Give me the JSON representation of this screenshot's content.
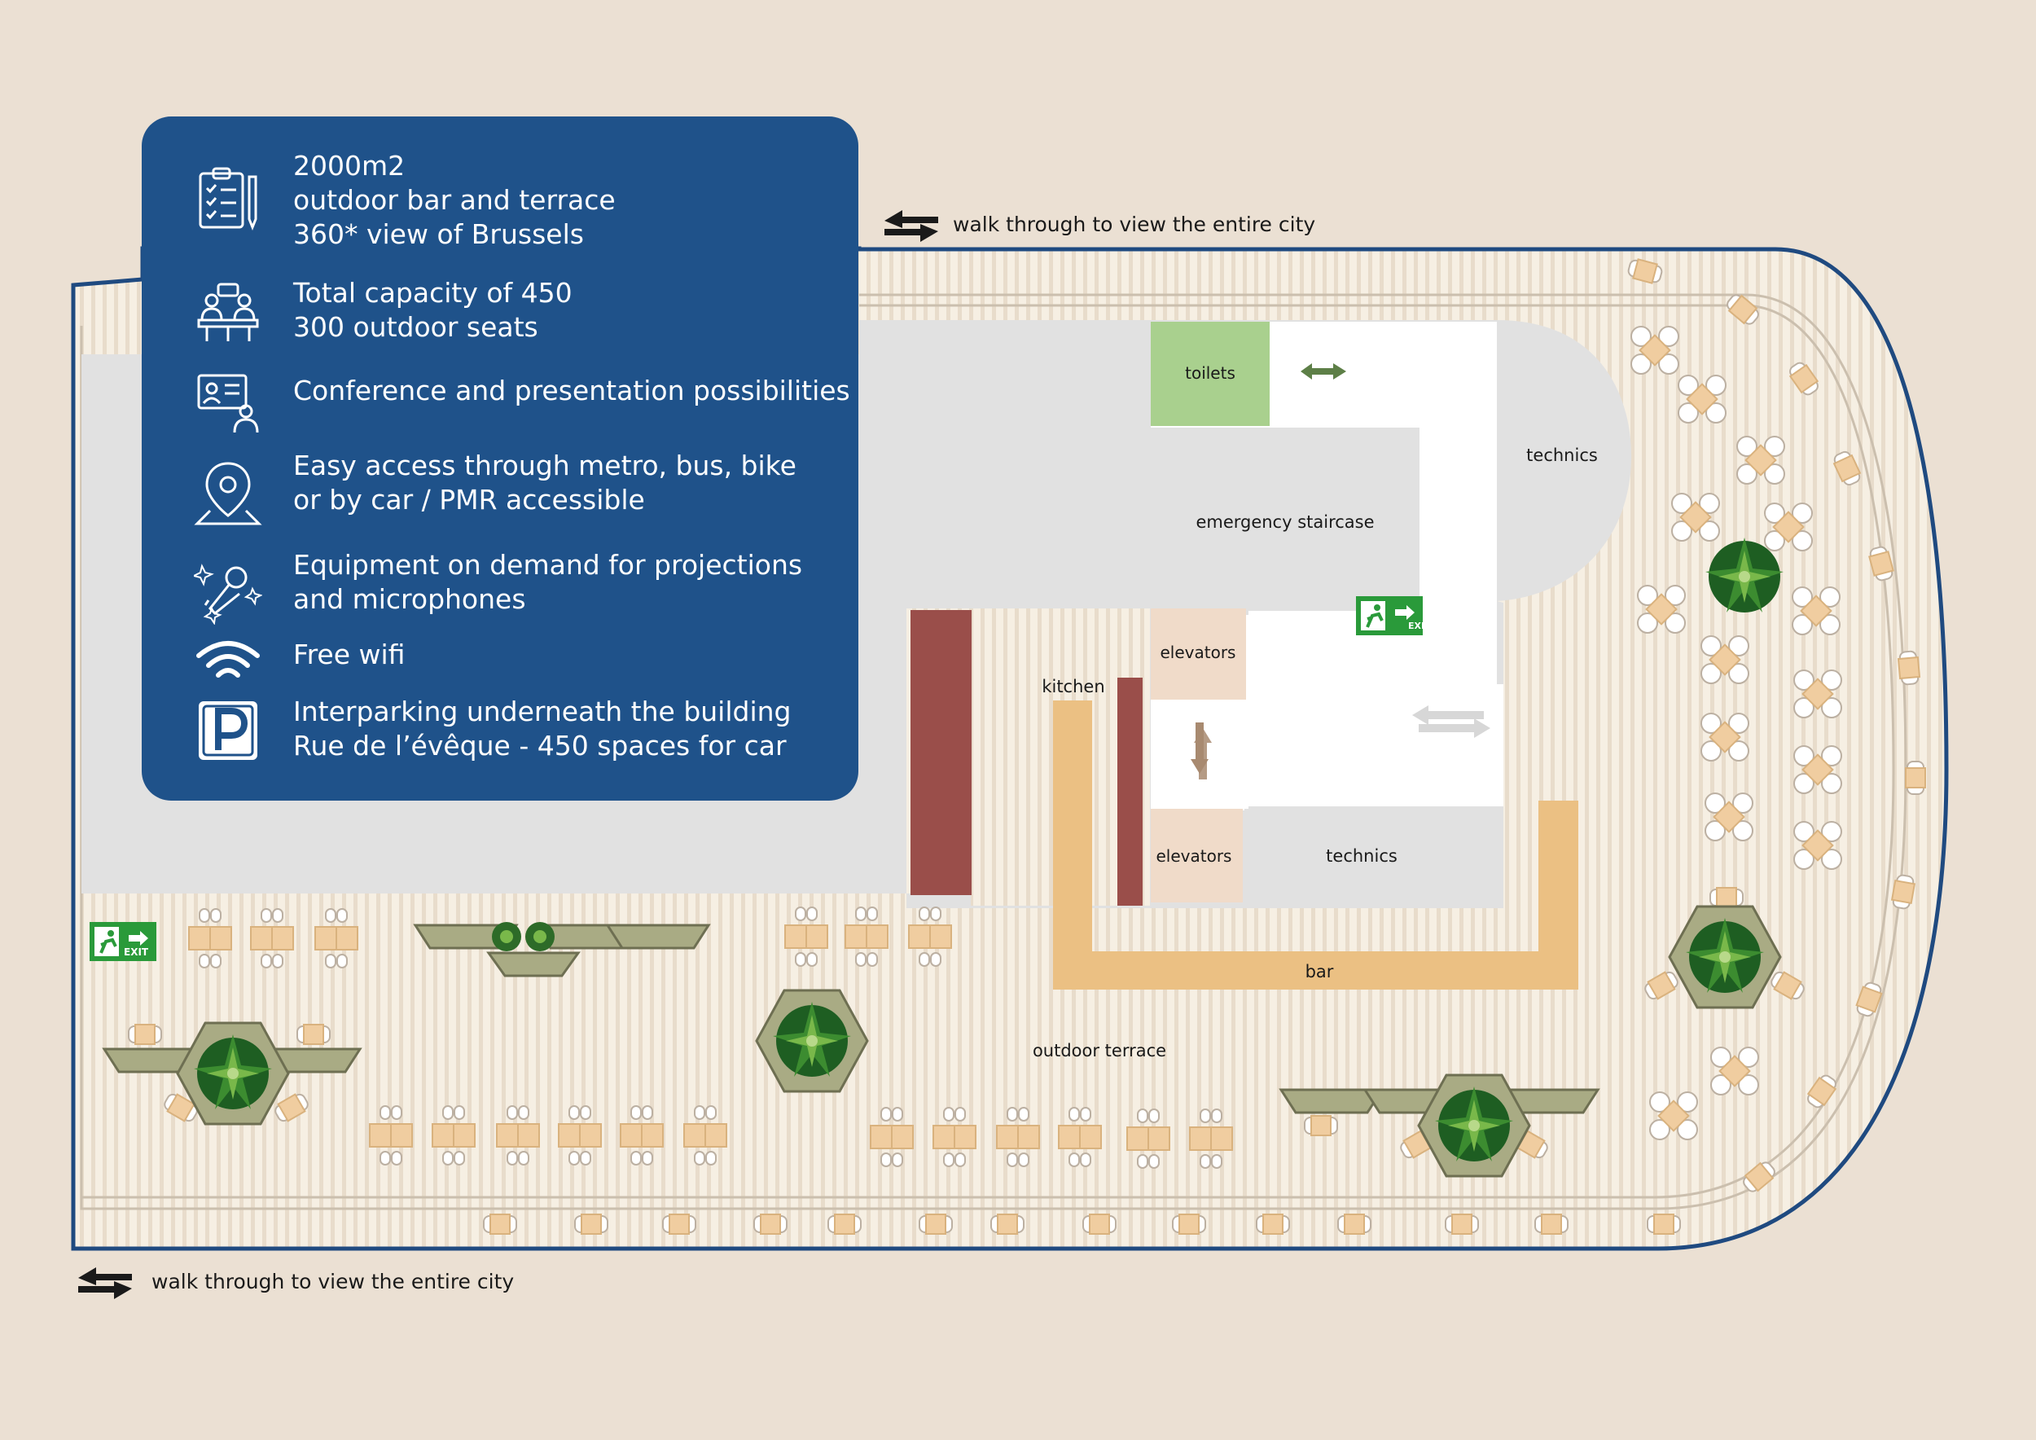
{
  "info": {
    "items": [
      {
        "icon": "clipboard-checklist-icon",
        "lines": [
          "2000m2",
          "outdoor bar and terrace",
          "360* view of Brussels"
        ]
      },
      {
        "icon": "meeting-table-icon",
        "lines": [
          "Total capacity of 450",
          "300 outdoor seats"
        ]
      },
      {
        "icon": "presentation-icon",
        "lines": [
          "Conference and presentation possibilities"
        ]
      },
      {
        "icon": "location-pin-icon",
        "lines": [
          "Easy access through metro, bus, bike",
          "or by car / PMR accessible"
        ]
      },
      {
        "icon": "microphone-stars-icon",
        "lines": [
          "Equipment on demand for projections",
          "and microphones"
        ]
      },
      {
        "icon": "wifi-icon",
        "lines": [
          "Free wifi"
        ]
      },
      {
        "icon": "parking-icon",
        "lines": [
          "Interparking underneath the building",
          "Rue de l’évêque - 450 spaces for car"
        ]
      }
    ]
  },
  "walk_labels": {
    "top": "walk through to view the entire city",
    "bottom": "walk through to view the entire city"
  },
  "rooms": {
    "toilets": "toilets",
    "technics_top": "technics",
    "emergency_staircase": "emergency staircase",
    "elevators_top": "elevators",
    "elevators_bottom": "elevators",
    "kitchen": "kitchen",
    "technics_bottom": "technics",
    "bar": "bar",
    "outdoor_terrace": "outdoor terrace"
  },
  "exit_sign": "EXIT",
  "colors": {
    "background": "#ebe0d3",
    "card": "#1f528a",
    "outline": "#1f4a80",
    "toilets": "#a9d08e",
    "elevators": "#f0dbc9",
    "kitchen": "#9a4e4a",
    "bar": "#ebc083",
    "building": "#e1e1e1",
    "exit_green": "#2a9a3a"
  }
}
